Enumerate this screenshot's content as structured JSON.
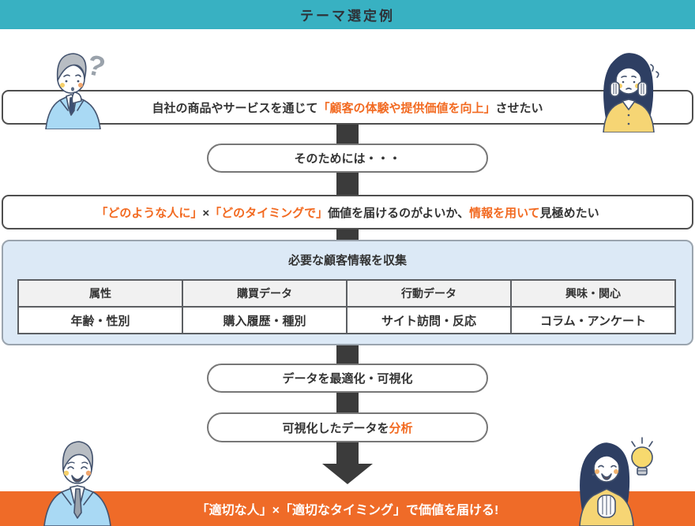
{
  "header": {
    "title": "テーマ選定例"
  },
  "flow": {
    "goal_box": {
      "segments": [
        {
          "text": "自社の商品やサービスを通じて",
          "color": "dark"
        },
        {
          "text": "「顧客の体験や提供価値を向上」",
          "color": "orange"
        },
        {
          "text": "させたい",
          "color": "dark"
        }
      ]
    },
    "pill_for_that": {
      "label": "そのためには・・・"
    },
    "question_box": {
      "segments": [
        {
          "text": "「どのような人に」",
          "color": "orange"
        },
        {
          "text": "×",
          "color": "dark"
        },
        {
          "text": "「どのタイミングで」",
          "color": "orange"
        },
        {
          "text": "価値を届けるのがよいか、",
          "color": "dark"
        },
        {
          "text": "情報を用いて",
          "color": "orange"
        },
        {
          "text": "見極めたい",
          "color": "dark"
        }
      ]
    },
    "collect_section": {
      "title": "必要な顧客情報を収集",
      "table": {
        "headers": [
          "属性",
          "購買データ",
          "行動データ",
          "興味・関心"
        ],
        "values": [
          "年齢・性別",
          "購入履歴・種別",
          "サイト訪問・反応",
          "コラム・アンケート"
        ]
      }
    },
    "pill_optimize": {
      "label": "データを最適化・可視化"
    },
    "pill_analyze": {
      "segments": [
        {
          "text": "可視化したデータを",
          "color": "dark"
        },
        {
          "text": "分析",
          "color": "orange"
        }
      ]
    },
    "result_bar": {
      "label": "「適切な人」×「適切なタイミング」で価値を届ける!"
    }
  },
  "illustrations": {
    "top_left": "thinking-man-with-question-mark",
    "top_right": "worried-woman-hands-on-cheeks",
    "bottom_left": "smiling-businessman",
    "bottom_right": "delighted-woman-with-lightbulb"
  },
  "colors": {
    "teal": "#38b1c2",
    "orange": "#ef6b28",
    "accent_text": "#f26a21",
    "dark_text": "#333333",
    "connector": "#3b3b3b",
    "light_blue": "#dce9f6",
    "box_border": "#4f4f4f",
    "pill_border": "#777777",
    "blue_border": "#9aa4ae",
    "table_border": "#5c5f63",
    "table_header_bg": "#f1f1f1"
  }
}
